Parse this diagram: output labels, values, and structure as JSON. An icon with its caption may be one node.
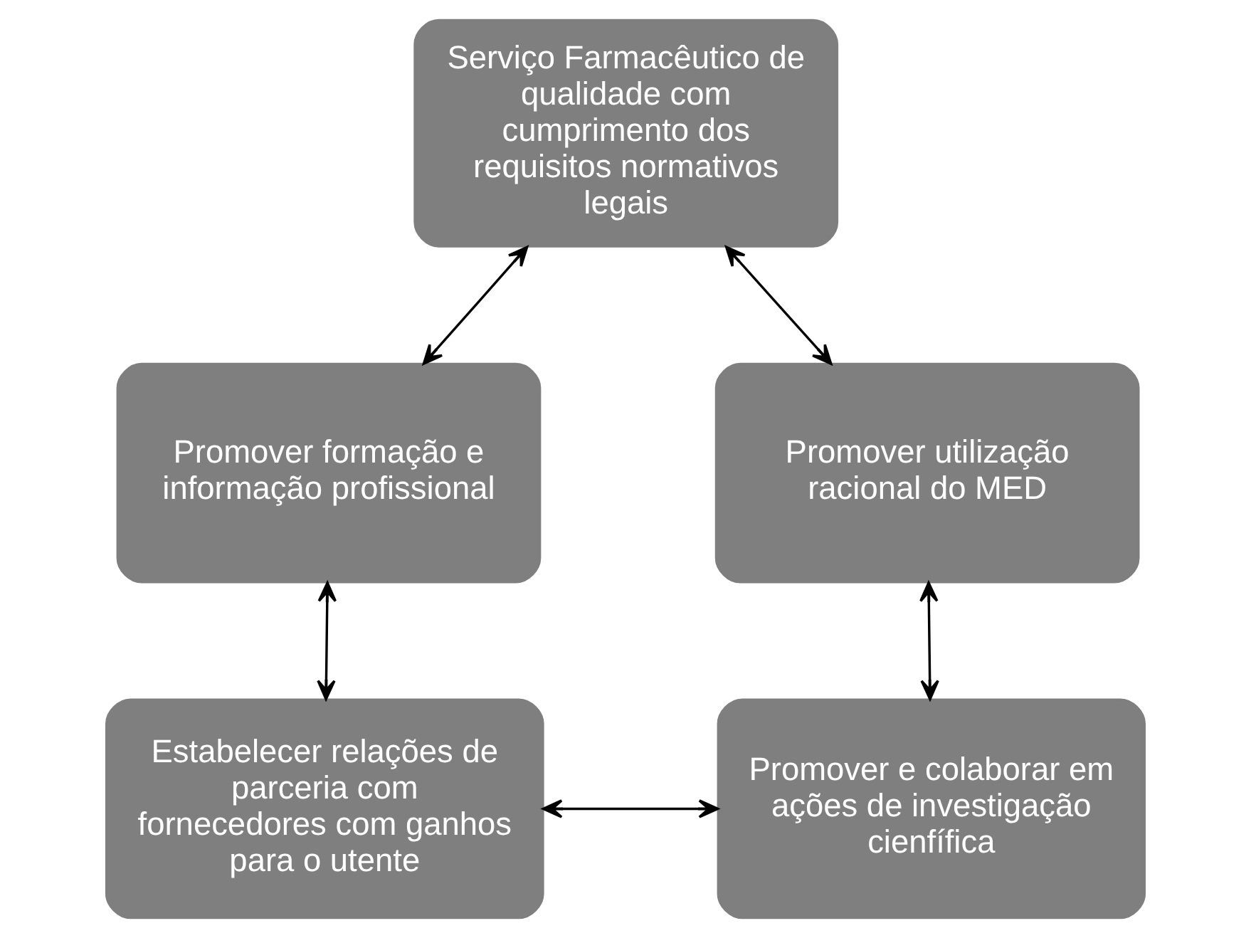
{
  "diagram": {
    "nodes": [
      {
        "text": [
          "Serviço Farmacêutico de qualidade com cumprimento dos requisitos normativos legais"
        ]
      },
      {
        "text": [
          "Promover formação e informação profissional"
        ]
      },
      {
        "text": [
          "Promover utilização racional do MED"
        ]
      },
      {
        "text": [
          "Estabelecer relações de parceria com fornecedores com ganhos para o utente"
        ]
      },
      {
        "text": [
          "Promover e colaborar em ações de investigação cienfífica"
        ]
      }
    ],
    "edges": [
      {
        "from": 0,
        "to": 1,
        "arrow": "both"
      },
      {
        "from": 0,
        "to": 2,
        "arrow": "both"
      },
      {
        "from": 1,
        "to": 3,
        "arrow": "both"
      },
      {
        "from": 2,
        "to": 4,
        "arrow": "both"
      },
      {
        "from": 3,
        "to": 4,
        "arrow": "both"
      }
    ]
  }
}
